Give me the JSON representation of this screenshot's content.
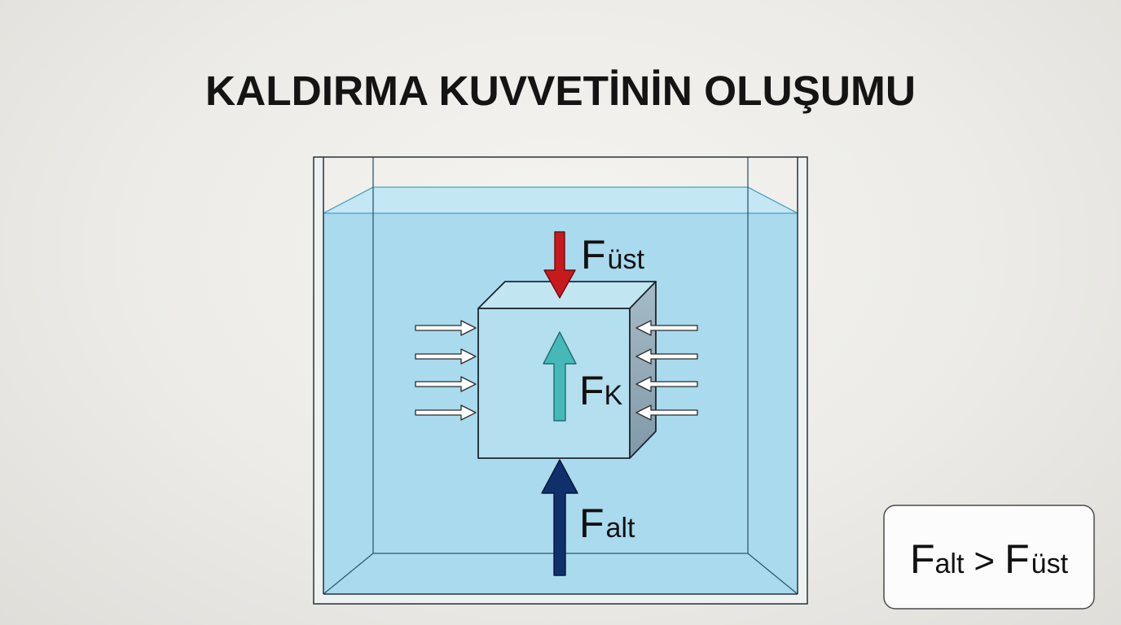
{
  "title": "KALDIRMA KUVVETİNİN OLUŞUMU",
  "labels": {
    "top_force": {
      "symbol": "F",
      "subscript": "üst"
    },
    "buoyant_force": {
      "symbol": "F",
      "subscript": "K"
    },
    "bottom_force": {
      "symbol": "F",
      "subscript": "alt"
    }
  },
  "formula": {
    "left_symbol": "F",
    "left_subscript": "alt",
    "operator": ">",
    "right_symbol": "F",
    "right_subscript": "üst"
  },
  "colors": {
    "top_force_arrow": "#c8191d",
    "buoyant_force_arrow": "#46b8b8",
    "bottom_force_arrow": "#10306b",
    "water": "#a9daed"
  }
}
